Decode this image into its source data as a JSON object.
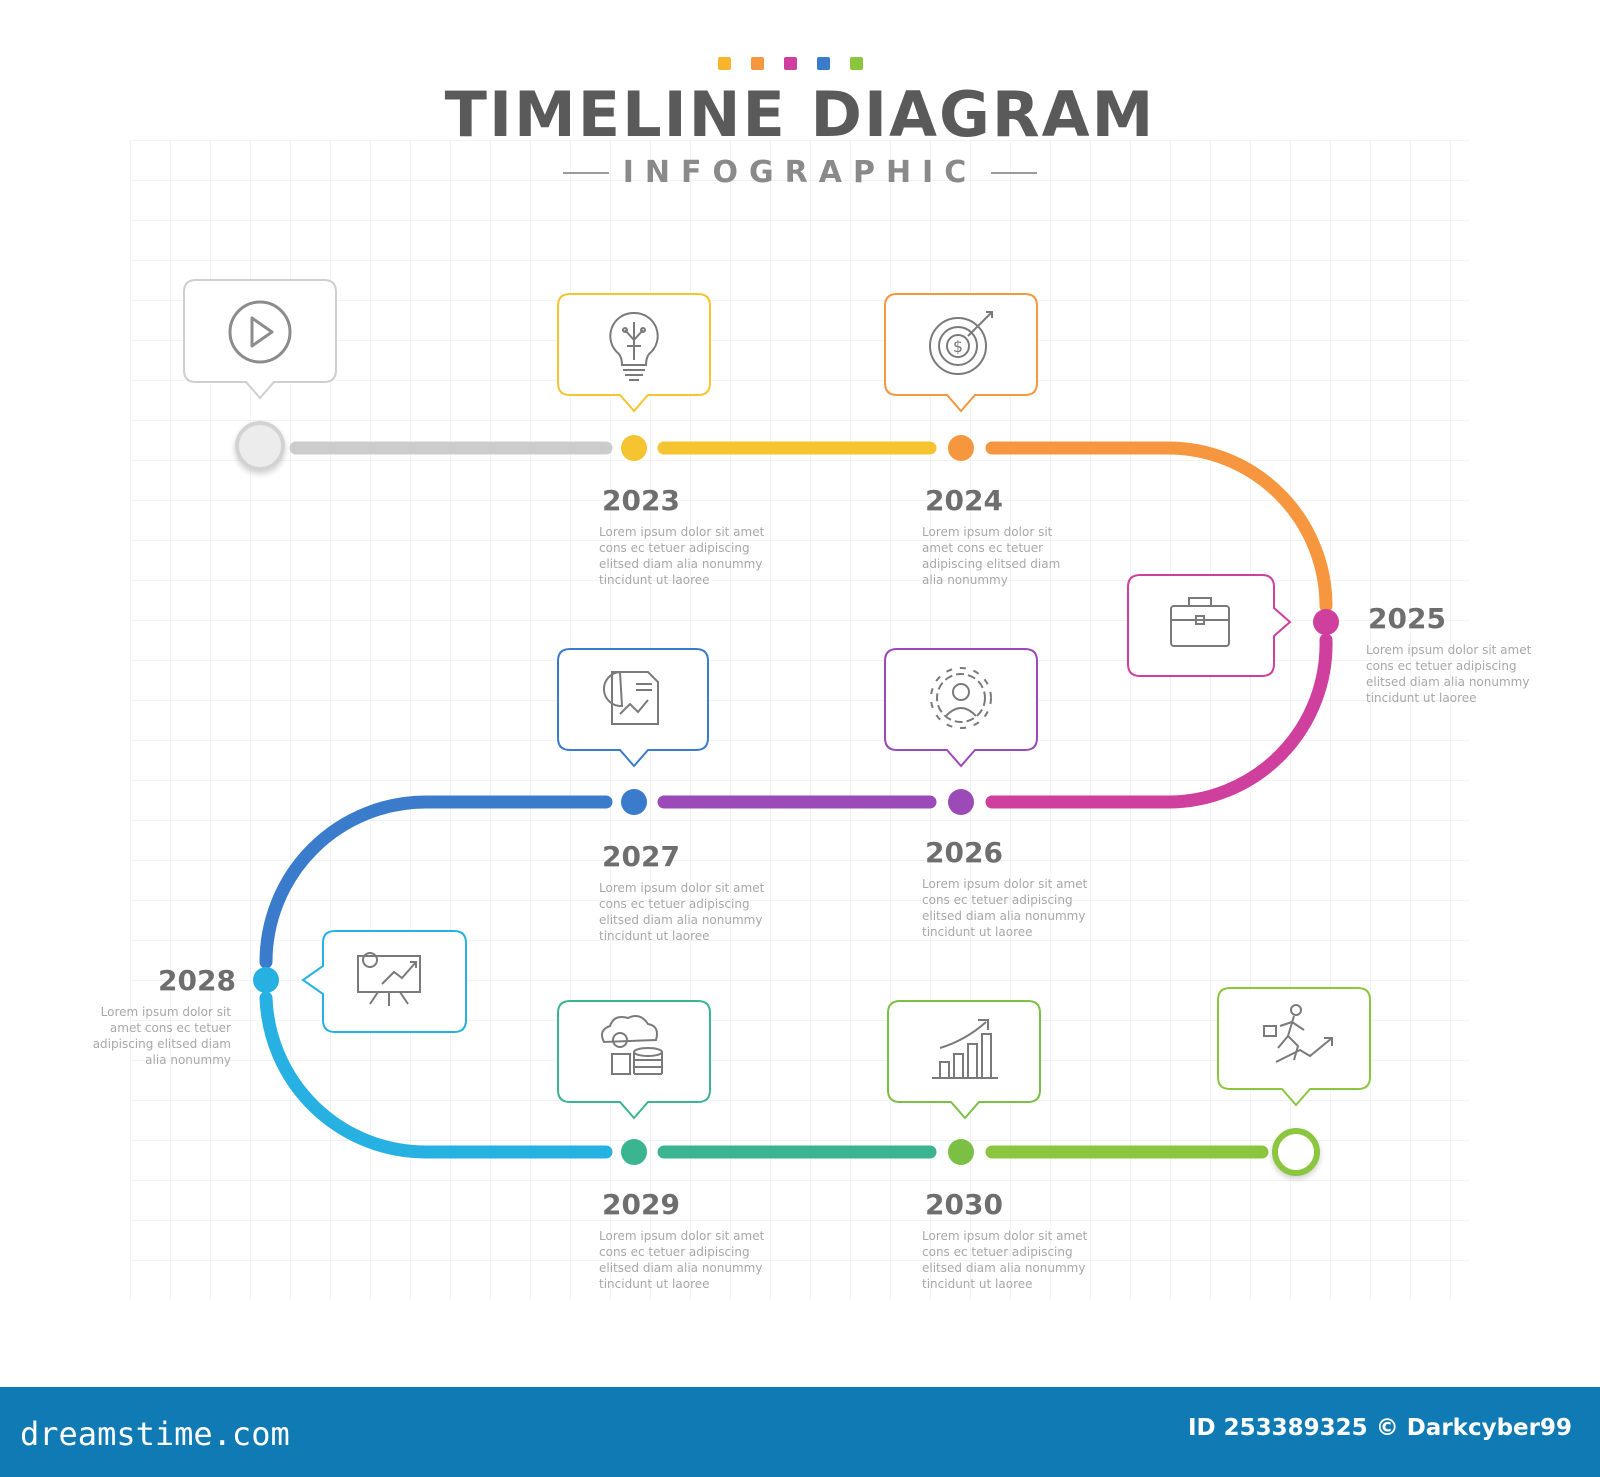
{
  "header": {
    "title": "TIMELINE DIAGRAM",
    "subtitle": "INFOGRAPHIC",
    "accent_colors": [
      "#f7b42c",
      "#f6973f",
      "#cf3f9e",
      "#3a7ccb",
      "#8cc63f"
    ]
  },
  "milestones": [
    {
      "year": "2023",
      "color": "#f7c431",
      "icon": "lightbulb-icon",
      "description": "Lorem ipsum dolor sit amet\ncons ec tetuer adipiscing\nelitsed diam alia nonummy\ntincidunt ut laoree"
    },
    {
      "year": "2024",
      "color": "#f6973f",
      "icon": "dollar-target-icon",
      "description": "Lorem ipsum dolor sit\namet cons ec tetuer\nadipiscing elitsed diam\nalia nonummy"
    },
    {
      "year": "2025",
      "color": "#cf3f9e",
      "icon": "briefcase-icon",
      "description": "Lorem ipsum dolor sit amet\ncons ec tetuer adipiscing\nelitsed diam alia nonummy\ntincidunt ut laoree"
    },
    {
      "year": "2026",
      "color": "#9b4ab8",
      "icon": "gear-person-icon",
      "description": "Lorem ipsum dolor sit amet\ncons ec tetuer adipiscing\nelitsed diam alia nonummy\ntincidunt ut laoree"
    },
    {
      "year": "2027",
      "color": "#3a7ccb",
      "icon": "report-chart-icon",
      "description": "Lorem ipsum dolor sit amet\ncons ec tetuer adipiscing\nelitsed diam alia nonummy\ntincidunt ut laoree"
    },
    {
      "year": "2028",
      "color": "#27b1e2",
      "icon": "presentation-board-icon",
      "description": "Lorem ipsum dolor sit\namet cons ec tetuer\nadipiscing elitsed diam\nalia nonummy"
    },
    {
      "year": "2029",
      "color": "#3ab58f",
      "icon": "cloud-database-icon",
      "description": "Lorem ipsum dolor sit amet\ncons ec tetuer adipiscing\nelitsed diam alia nonummy\ntincidunt ut laoree"
    },
    {
      "year": "2030",
      "color": "#7cbf45",
      "icon": "growth-bar-chart-icon",
      "description": "Lorem ipsum dolor sit amet\ncons ec tetuer adipiscing\nelitsed diam alia nonummy\ntincidunt ut laoree"
    }
  ],
  "start_icon": "play-icon",
  "end_icon": "running-businessman-icon",
  "footer": {
    "logo": "dreamstime.com",
    "id_text": "ID 253389325 © Darkcyber99"
  }
}
